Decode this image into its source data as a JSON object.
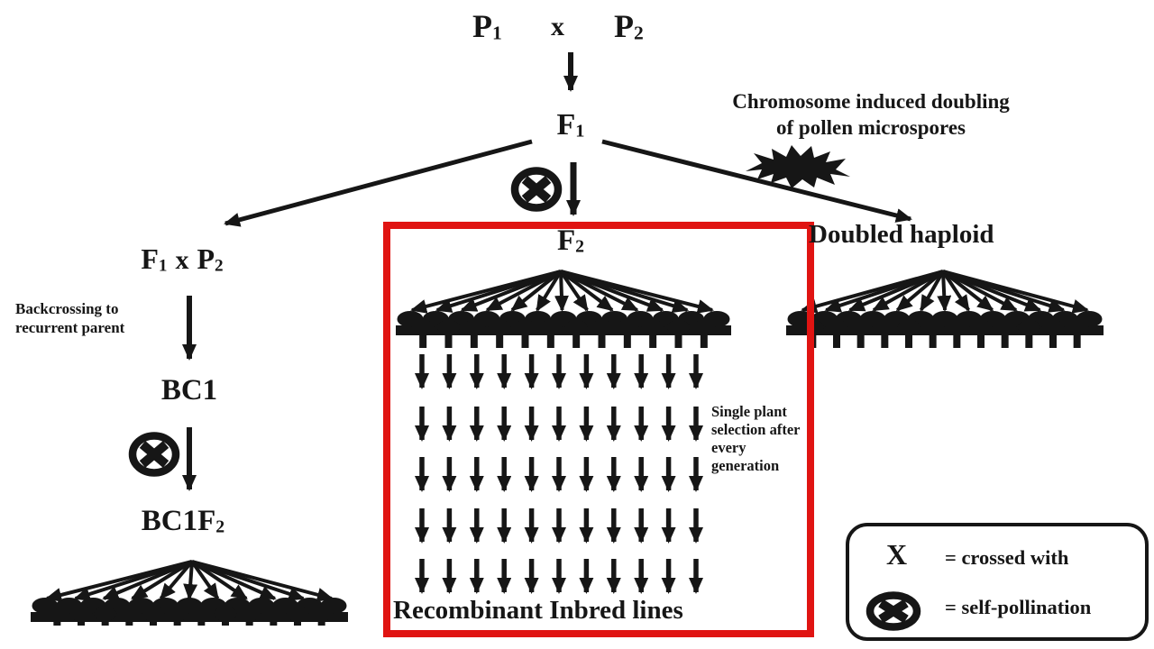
{
  "nodes": {
    "p1": {
      "base": "P",
      "sub": "1"
    },
    "cross_operator": "x",
    "p2": {
      "base": "P",
      "sub": "2"
    },
    "f1": {
      "base": "F",
      "sub": "1"
    },
    "f1_x_p2": {
      "left": "F",
      "left_sub": "1",
      "operator": "x",
      "right": "P",
      "right_sub": "2"
    },
    "bc1": "BC1",
    "bc1f2": {
      "base": "BC1F",
      "sub": "2"
    },
    "f2": {
      "base": "F",
      "sub": "2"
    },
    "doubled_haploid": "Doubled haploid",
    "recombinant_inbred_lines": "Recombinant Inbred lines"
  },
  "annotations": {
    "chromosome_doubling_line1": "Chromosome induced doubling",
    "chromosome_doubling_line2": "of pollen microspores",
    "backcrossing_note": "Backcrossing to recurrent parent",
    "selection_note": "Single plant selection after every generation"
  },
  "legend": {
    "cross_symbol": "X",
    "cross_meaning": "= crossed with",
    "self_pollination_meaning": "= self-pollination"
  },
  "colors": {
    "ink": "#161616",
    "highlight_red": "#e01412",
    "background": "#ffffff"
  }
}
